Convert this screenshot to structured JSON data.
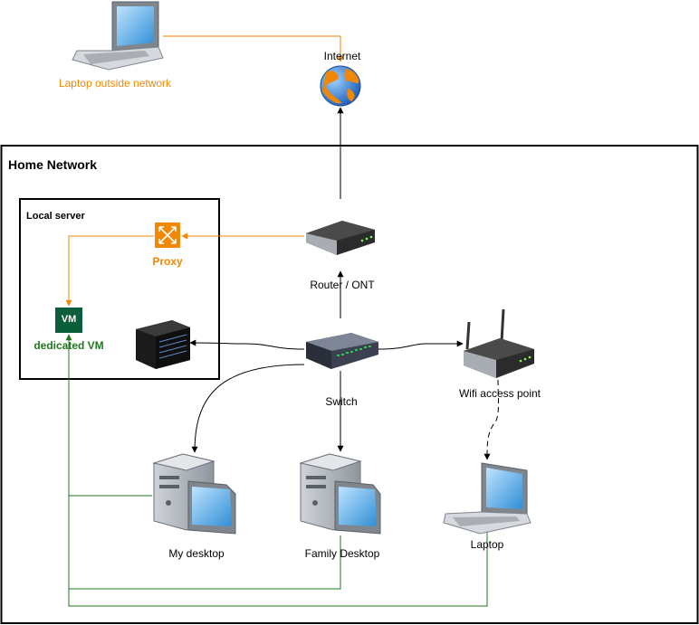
{
  "groups": {
    "home_network": "Home Network",
    "local_server": "Local server"
  },
  "nodes": {
    "laptop_outside": "Laptop outside network",
    "internet": "Internet",
    "router": "Router / ONT",
    "proxy": "Proxy",
    "vm_badge": "VM",
    "dedicated_vm": "dedicated VM",
    "switch": "Switch",
    "wifi_ap": "Wifi access point",
    "my_desktop": "My desktop",
    "family_desktop": "Family Desktop",
    "laptop": "Laptop"
  },
  "colors": {
    "orange": "#f08705",
    "green": "#1f7a1f",
    "vm_fill": "#0b5e3a",
    "frame": "#000000"
  }
}
